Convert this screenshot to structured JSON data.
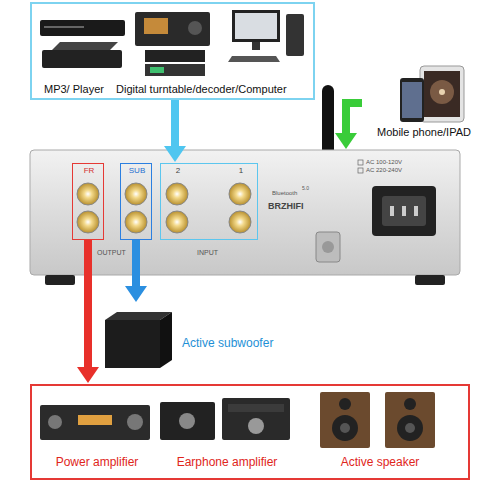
{
  "diagram": {
    "nodes": [
      {
        "text": [
          "MP3/ Player",
          "Digital turntable/decoder/Computer"
        ]
      },
      {
        "text": [
          "Mobile phone/IPAD"
        ]
      },
      {
        "text": [
          "BRZHIFI"
        ]
      },
      {
        "text": [
          "FR"
        ],
        "in": 2
      },
      {
        "text": [
          "SUB"
        ],
        "in": 2
      },
      {
        "text": [
          "2",
          "1"
        ],
        "in": 2
      },
      {
        "text": [
          "Active subwoofer"
        ]
      },
      {
        "text": [
          "Power amplifier",
          "Earphone amplifier",
          "Active speaker"
        ]
      }
    ],
    "edges": [
      {
        "from": 0,
        "to": 5,
        "arrow": "to"
      },
      {
        "from": 1,
        "to": 2,
        "arrow": "to"
      },
      {
        "from": 3,
        "to": 7,
        "arrow": "to"
      },
      {
        "from": 4,
        "to": 6,
        "arrow": "to"
      }
    ],
    "labels": [
      "OUTPUT",
      "INPUT",
      "Bluetooth",
      "5.0",
      "AC 100-120V",
      "AC 220-240V"
    ]
  }
}
